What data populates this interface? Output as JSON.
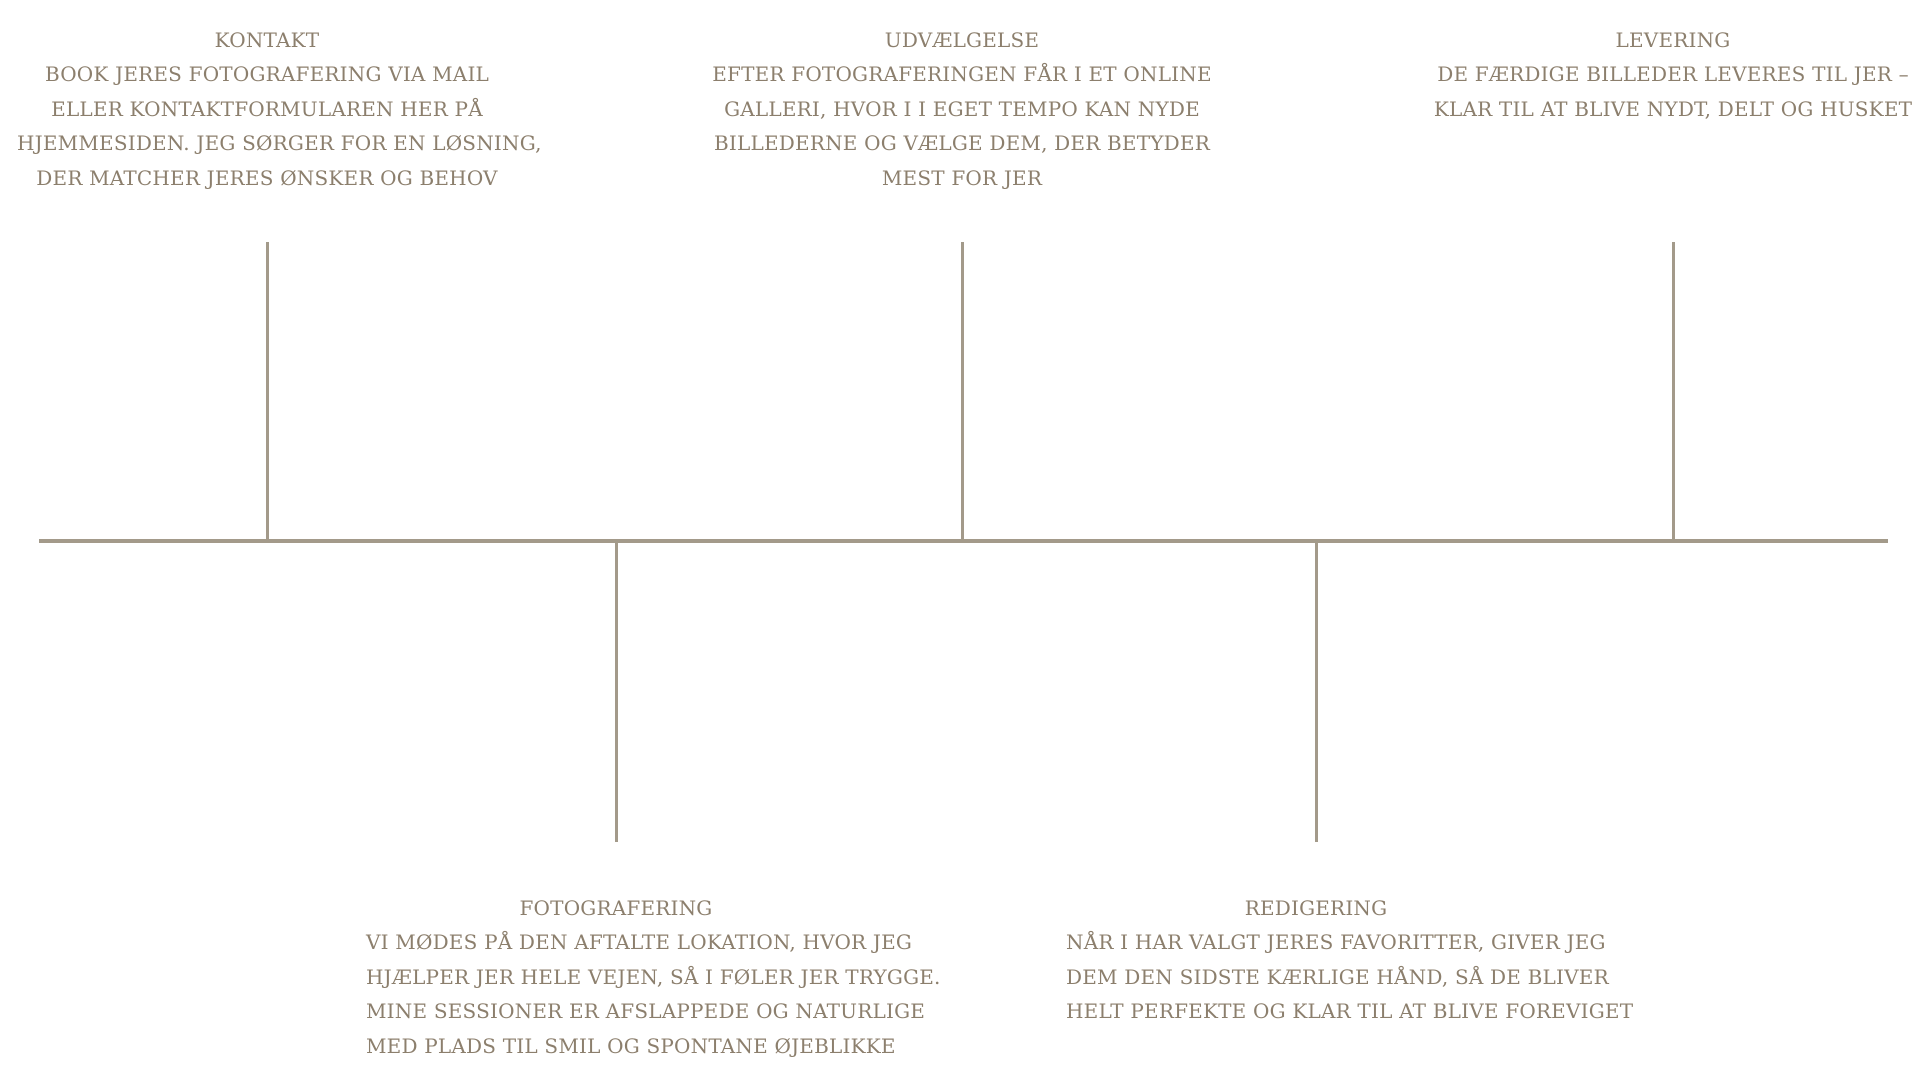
{
  "colors": {
    "line": "#a39a8a",
    "text": "#8c7f6d",
    "background": "#ffffff"
  },
  "steps": [
    {
      "title": "KONTAKT",
      "lines": [
        "BOOK JERES FOTOGRAFERING VIA MAIL",
        "ELLER KONTAKTFORMULAREN HER PÅ",
        "HJEMMESIDEN. JEG SØRGER FOR EN LØSNING,",
        "DER MATCHER JERES ØNSKER OG BEHOV"
      ]
    },
    {
      "title": "FOTOGRAFERING",
      "lines": [
        "VI MØDES PÅ DEN AFTALTE LOKATION, HVOR JEG",
        "HJÆLPER JER HELE VEJEN, SÅ I FØLER JER TRYGGE.",
        "MINE SESSIONER ER AFSLAPPEDE OG NATURLIGE",
        "MED PLADS TIL SMIL OG SPONTANE ØJEBLIKKE"
      ]
    },
    {
      "title": "UDVÆLGELSE",
      "lines": [
        "EFTER FOTOGRAFERINGEN FÅR I ET ONLINE",
        "GALLERI, HVOR I I EGET TEMPO KAN NYDE",
        "BILLEDERNE OG VÆLGE DEM, DER BETYDER",
        "MEST FOR JER"
      ]
    },
    {
      "title": "REDIGERING",
      "lines": [
        "NÅR I HAR VALGT JERES FAVORITTER, GIVER JEG",
        "DEM DEN SIDSTE KÆRLIGE HÅND, SÅ DE BLIVER",
        "HELT PERFEKTE OG KLAR TIL AT BLIVE FOREVIGET"
      ]
    },
    {
      "title": "LEVERING",
      "lines": [
        "DE FÆRDIGE BILLEDER LEVERES TIL JER –",
        "KLAR TIL AT BLIVE NYDT, DELT OG HUSKET"
      ]
    }
  ]
}
